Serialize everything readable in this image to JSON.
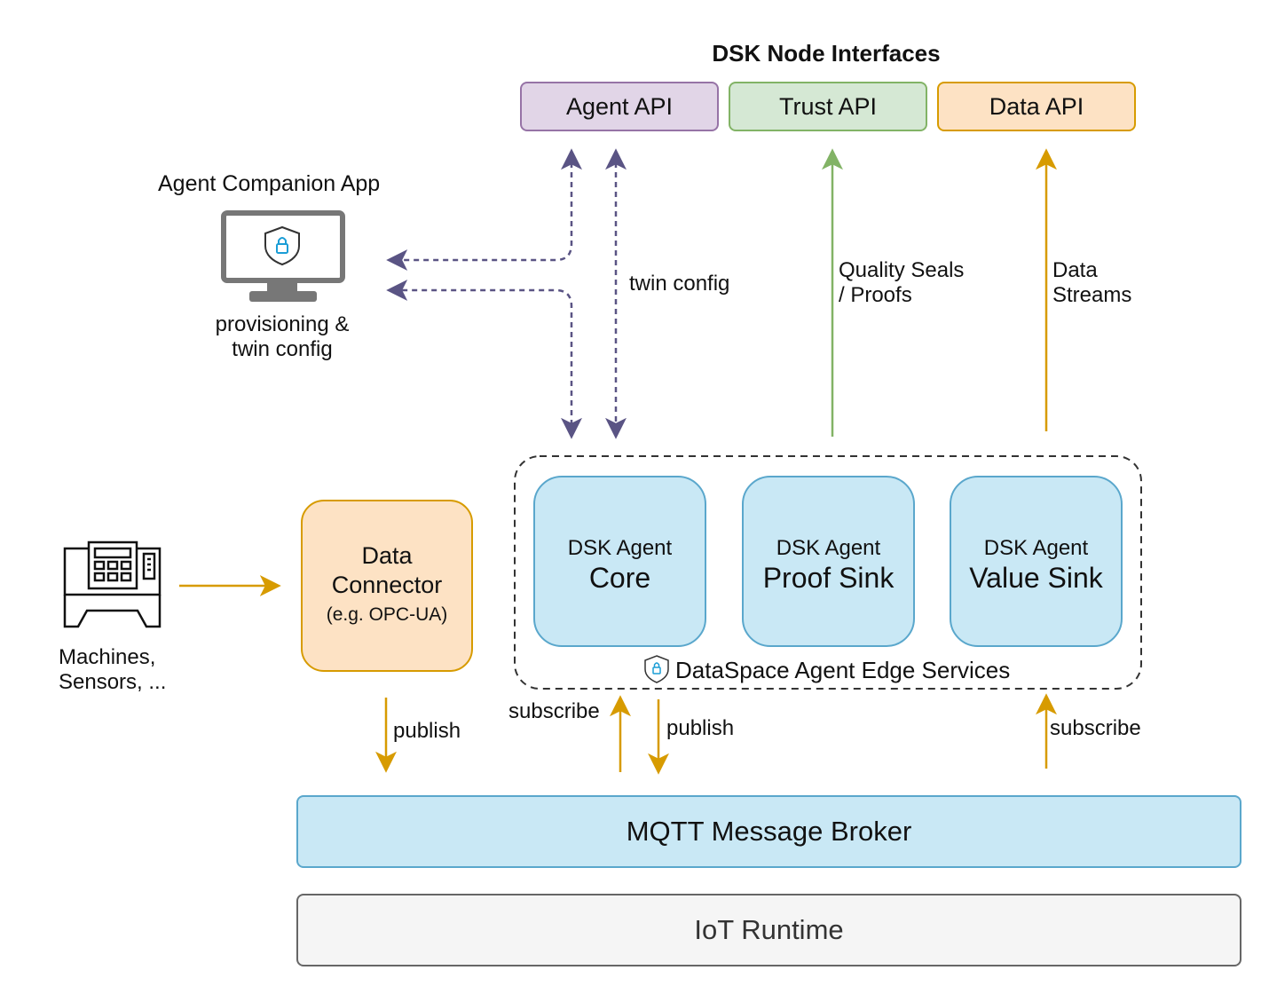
{
  "header": {
    "title": "DSK Node Interfaces"
  },
  "apis": [
    {
      "id": "agent-api",
      "label": "Agent API"
    },
    {
      "id": "trust-api",
      "label": "Trust API"
    },
    {
      "id": "data-api",
      "label": "Data API"
    }
  ],
  "companion_app": {
    "title": "Agent Companion App",
    "caption_line1": "provisioning &",
    "caption_line2": "twin config",
    "icon": "monitor-shield-icon"
  },
  "edge_labels": {
    "twin_config": "twin config",
    "quality_seals_line1": "Quality Seals",
    "quality_seals_line2": "/ Proofs",
    "data_streams_line1": "Data",
    "data_streams_line2": "Streams",
    "publish_connector": "publish",
    "subscribe_core": "subscribe",
    "publish_core": "publish",
    "subscribe_value": "subscribe"
  },
  "machines": {
    "line1": "Machines,",
    "line2": "Sensors, ...",
    "icon": "machine-icon"
  },
  "data_connector": {
    "line1": "Data",
    "line2": "Connector",
    "line3": "(e.g. OPC-UA)"
  },
  "edge_services": {
    "label": "DataSpace Agent Edge Services",
    "agents": [
      {
        "sub": "DSK Agent",
        "main": "Core",
        "icon": "key-icon"
      },
      {
        "sub": "DSK Agent",
        "main": "Proof Sink"
      },
      {
        "sub": "DSK Agent",
        "main": "Value Sink"
      }
    ]
  },
  "mqtt": {
    "label": "MQTT Message Broker"
  },
  "iot": {
    "label": "IoT Runtime"
  },
  "colors": {
    "purple_arrow": "#5a5484",
    "green_arrow": "#82b366",
    "orange_arrow": "#d79b00",
    "agent_api_fill": "#e1d5e7",
    "agent_api_stroke": "#9673a6",
    "trust_api_fill": "#d5e8d4",
    "trust_api_stroke": "#82b366",
    "data_api_fill": "#fde2c4",
    "data_api_stroke": "#d79b00",
    "blue_fill": "#c9e8f5",
    "blue_stroke": "#5aa7cc",
    "gray_fill": "#f5f5f5",
    "gray_stroke": "#666666"
  }
}
